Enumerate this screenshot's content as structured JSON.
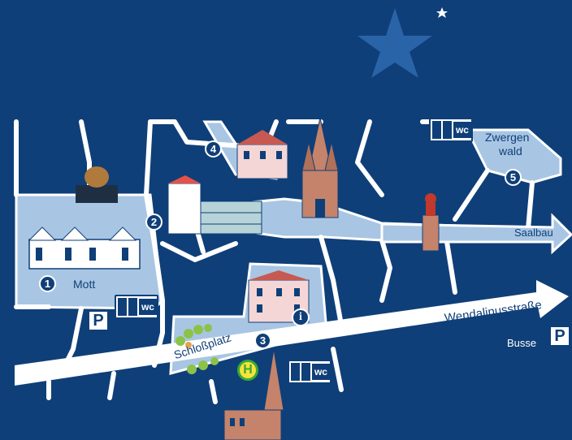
{
  "places": {
    "mott": "Mott",
    "schlossplatz": "Schloßplatz",
    "zwergenwald_line1": "Zwergen",
    "zwergenwald_line2": "wald",
    "saalbau": "Saalbau",
    "wendalinusstrasse": "Wendalinusstraße",
    "busse": "Busse"
  },
  "markers": {
    "m1": "1",
    "m2": "2",
    "m3": "3",
    "m4": "4",
    "m5": "5"
  },
  "icons": {
    "wc_text": "wc",
    "parking_letter": "P",
    "bus_stop_letter": "H",
    "info_letter": "i"
  },
  "colors": {
    "background": "#0f3f78",
    "street": "#a8c6e3",
    "road_outline": "#ffffff"
  }
}
